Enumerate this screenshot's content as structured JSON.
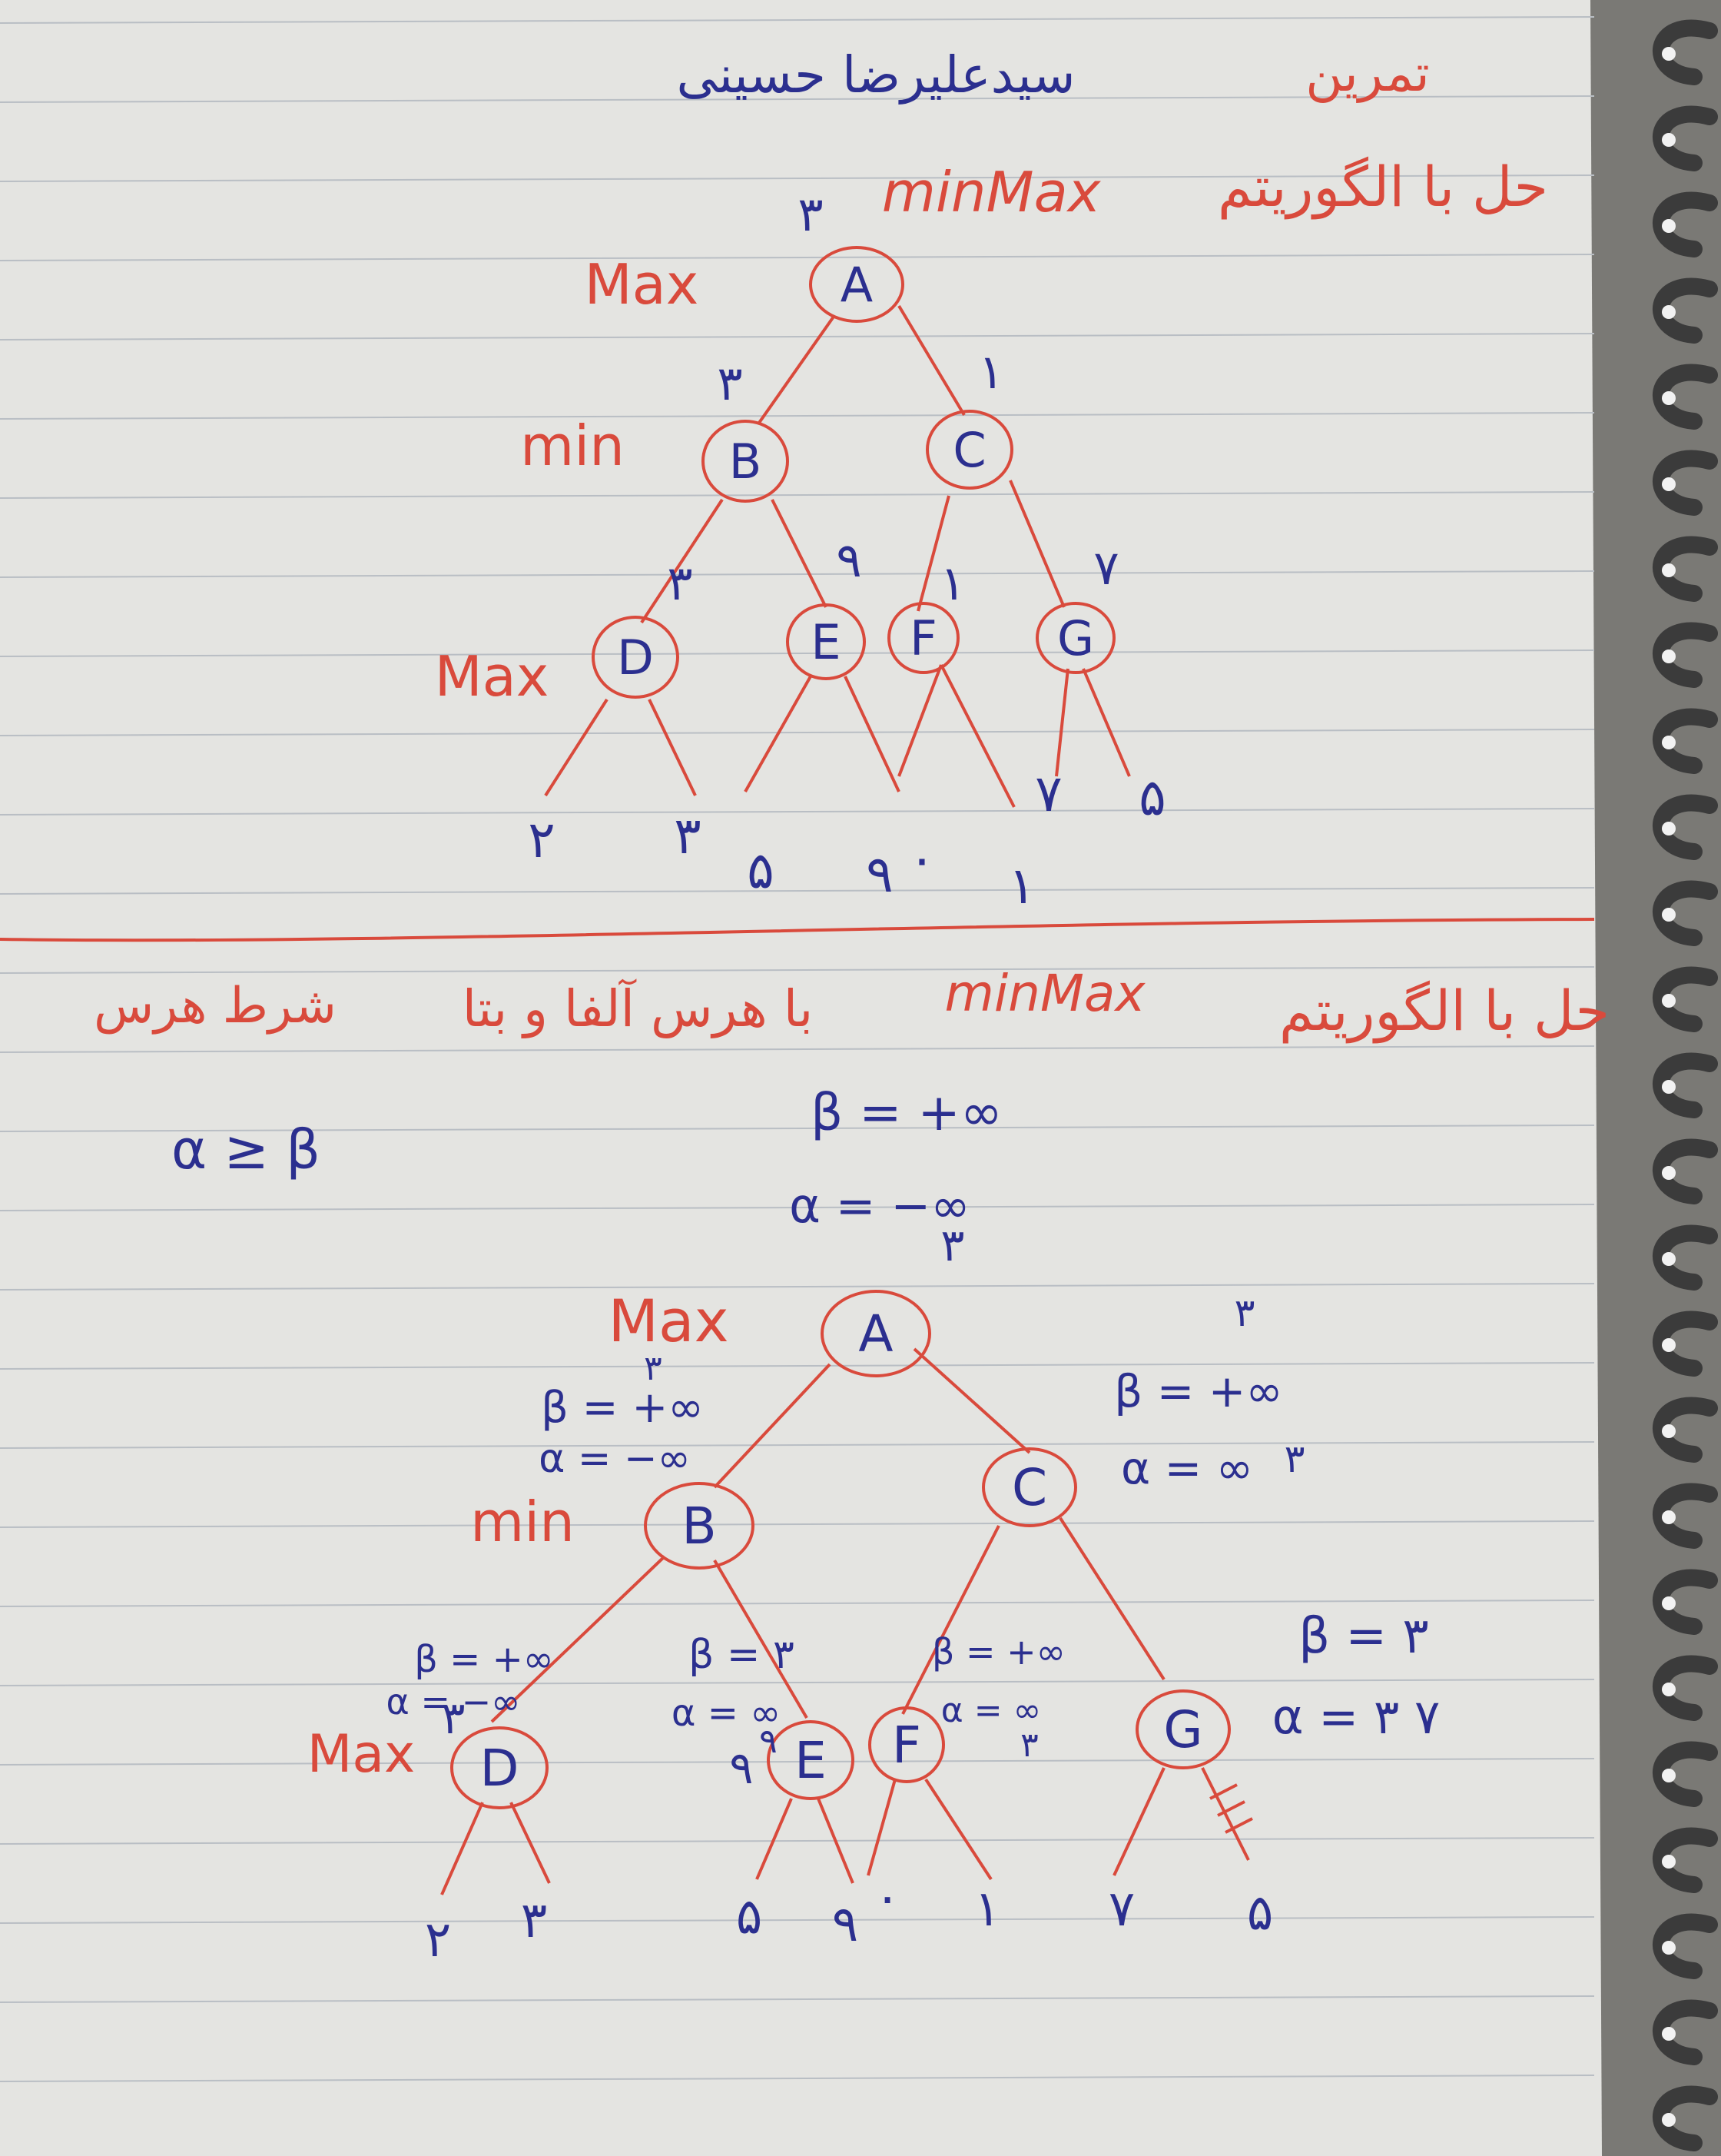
{
  "colors": {
    "red": "#d94a3c",
    "blue": "#2b2f8f",
    "paper": "#e6e6e3",
    "rule": "#b7bcc2",
    "margin_rule": "#c9a6a0"
  },
  "header": {
    "exercise_label": "تمرین",
    "author_name": "سیدعلیرضا حسینی"
  },
  "part1": {
    "title_fa": "حل با الگوریتم",
    "title_en": "minMax",
    "levels": [
      "Max",
      "min",
      "Max"
    ],
    "nodes": [
      {
        "id": "A",
        "value": "۳"
      },
      {
        "id": "B",
        "value": "۳"
      },
      {
        "id": "C",
        "value": "۱"
      },
      {
        "id": "D",
        "value": "۳"
      },
      {
        "id": "E",
        "value": "۹"
      },
      {
        "id": "F",
        "value": "۱"
      },
      {
        "id": "G",
        "value": "۷"
      }
    ],
    "leaves": [
      "۲",
      "۳",
      "۵",
      "۹",
      "۰",
      "۱",
      "۷",
      "۵"
    ]
  },
  "part2": {
    "title_fa_main": "حل با الگوریتم",
    "title_en": "minMax",
    "title_fa_tail": "با هرس آلفا و بتا",
    "prune_condition_label": "شرط هرس",
    "prune_condition": "α ≥ β",
    "init_beta": "β = +∞",
    "init_alpha": "α = −∞",
    "levels": [
      "Max",
      "min",
      "Max"
    ],
    "nodes": [
      {
        "id": "A",
        "value": "۳"
      },
      {
        "id": "B"
      },
      {
        "id": "C"
      },
      {
        "id": "D",
        "value": "۳"
      },
      {
        "id": "E",
        "value": "۹"
      },
      {
        "id": "F"
      },
      {
        "id": "G"
      }
    ],
    "annotations": {
      "B": {
        "beta": "β = +∞",
        "beta_new": "۳",
        "alpha": "α = −∞"
      },
      "C": {
        "beta": "β = +∞",
        "beta_new": "۳",
        "alpha": "α = ∞",
        "alpha_new": "۳"
      },
      "D": {
        "beta": "β = +∞",
        "alpha": "α = −∞"
      },
      "E": {
        "beta": "β = ۳",
        "alpha": "α = ∞",
        "alpha_new": "۹"
      },
      "F": {
        "beta": "β = +∞",
        "alpha": "α = ∞",
        "alpha_new": "۳"
      },
      "G": {
        "beta": "β = ۳",
        "alpha": "α = ۳ ۷"
      }
    },
    "leaves": [
      "۲",
      "۳",
      "۵",
      "۹",
      "۰",
      "۱",
      "۷",
      "۵"
    ]
  }
}
